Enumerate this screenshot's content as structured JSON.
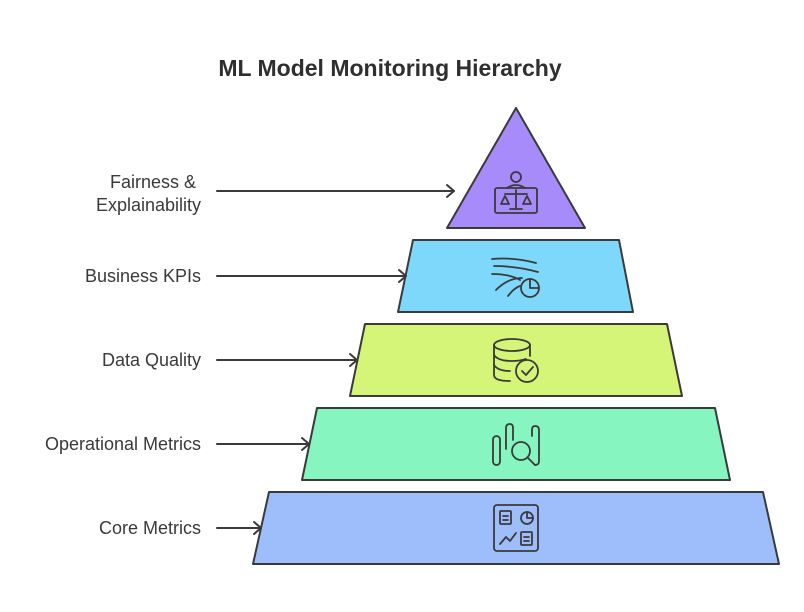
{
  "title": "ML Model Monitoring Hierarchy",
  "levels": [
    {
      "label_lines": [
        "Fairness &",
        "Explainability"
      ],
      "color": "#a78bfa",
      "icon": "person-scales-icon"
    },
    {
      "label_lines": [
        "Business KPIs"
      ],
      "color": "#7dd8fb",
      "icon": "wind-pie-chart-icon"
    },
    {
      "label_lines": [
        "Data Quality"
      ],
      "color": "#d5f578",
      "icon": "database-check-icon"
    },
    {
      "label_lines": [
        "Operational Metrics"
      ],
      "color": "#86f5c0",
      "icon": "bar-chart-magnifier-icon"
    },
    {
      "label_lines": [
        "Core Metrics"
      ],
      "color": "#9dbefb",
      "icon": "dashboard-icon"
    }
  ]
}
